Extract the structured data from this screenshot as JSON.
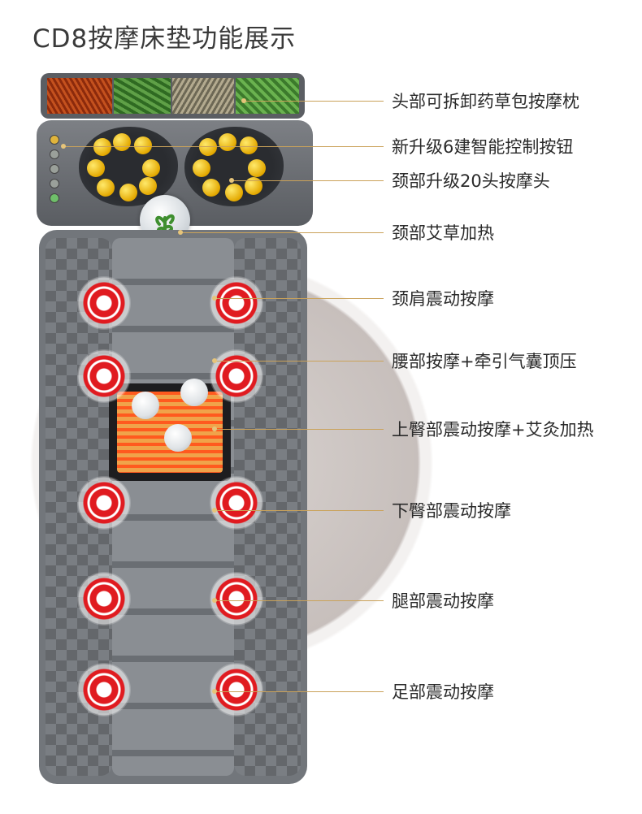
{
  "title": "CD8按摩床垫功能展示",
  "labels": [
    "头部可拆卸药草包按摩枕",
    "新升级6建智能控制按钮",
    "颈部升级20头按摩头",
    "颈部艾草加热",
    "颈肩震动按摩",
    "腰部按摩+牵引气囊顶压",
    "上臀部震动按摩+艾灸加热",
    "下臀部震动按摩",
    "腿部震动按摩",
    "足部震动按摩"
  ],
  "colors": {
    "leader_line": "#caa25a",
    "mat": "#72767b",
    "massage_node": "#e01b20",
    "heater": "#ff5a1f"
  },
  "icons": {
    "herb_pillow": "herb-pillow-icon",
    "control_buttons": "control-button-icon",
    "massage_node": "massage-node-icon",
    "herb_bubble": "herb-bubble-icon",
    "heating_pad": "heating-pad-icon"
  }
}
